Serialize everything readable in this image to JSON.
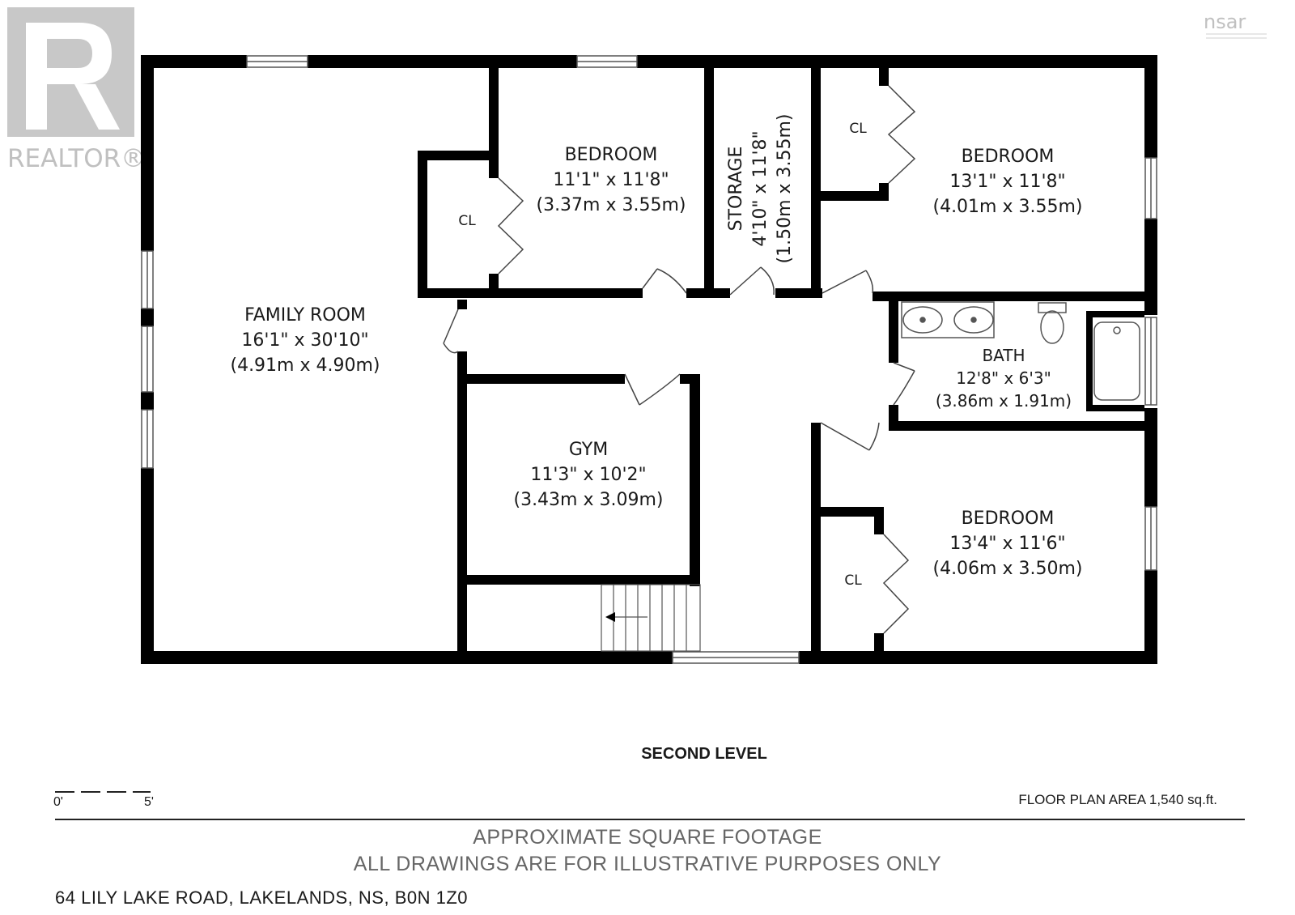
{
  "level_title": "SECOND LEVEL",
  "floor_plan_area": "FLOOR PLAN AREA 1,540 sq.ft.",
  "disclaimer": [
    "APPROXIMATE SQUARE FOOTAGE",
    "ALL DRAWINGS ARE FOR ILLUSTRATIVE PURPOSES ONLY"
  ],
  "address": "64 LILY LAKE ROAD, LAKELANDS, NS, B0N 1Z0",
  "scale": {
    "start_label": "0'",
    "end_label": "5'"
  },
  "logos": {
    "realtor": "REALTOR®",
    "nsar": "nsar"
  },
  "rooms": {
    "family_room": {
      "name": "FAMILY ROOM",
      "dims_imperial": "16'1\" x 30'10\"",
      "dims_metric": "(4.91m x 4.90m)"
    },
    "bedroom_1": {
      "name": "BEDROOM",
      "dims_imperial": "11'1\" x 11'8\"",
      "dims_metric": "(3.37m x 3.55m)"
    },
    "storage": {
      "name": "STORAGE",
      "dims_imperial": "4'10\" x 11'8\"",
      "dims_metric": "(1.50m x 3.55m)"
    },
    "bedroom_2": {
      "name": "BEDROOM",
      "dims_imperial": "13'1\" x 11'8\"",
      "dims_metric": "(4.01m x 3.55m)"
    },
    "bath": {
      "name": "BATH",
      "dims_imperial": "12'8\" x 6'3\"",
      "dims_metric": "(3.86m x 1.91m)"
    },
    "gym": {
      "name": "GYM",
      "dims_imperial": "11'3\" x 10'2\"",
      "dims_metric": "(3.43m x 3.09m)"
    },
    "bedroom_3": {
      "name": "BEDROOM",
      "dims_imperial": "13'4\" x 11'6\"",
      "dims_metric": "(4.06m x 3.50m)"
    }
  },
  "closet_label": "CL",
  "colors": {
    "wall": "#000000",
    "text": "#1a1a1a",
    "logo_gray": "#c8c8c8",
    "disclaimer_gray": "#666666"
  }
}
